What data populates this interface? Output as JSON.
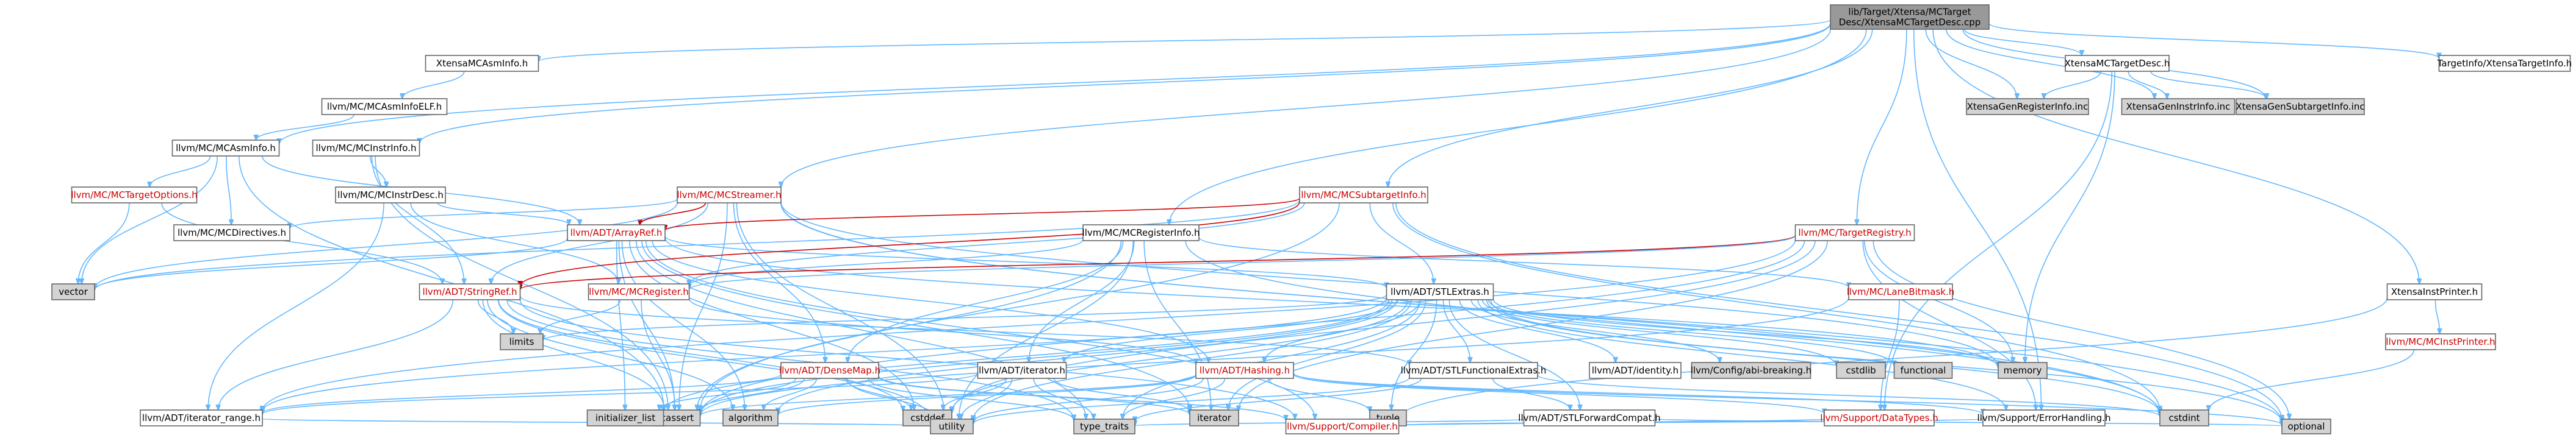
{
  "colors": {
    "edge": "#63b8ff",
    "edge_red": "#cc0000",
    "node_border": "#666666",
    "root_fill": "#999999",
    "external_fill": "#d3d3d3",
    "node_fill": "#ffffff",
    "red_text": "#cc0000"
  },
  "nodes": [
    {
      "id": "root",
      "label": [
        "lib/Target/Xtensa/MCTarget",
        "Desc/XtensaMCTargetDesc.cpp"
      ],
      "kind": "root"
    },
    {
      "id": "asminfo",
      "label": [
        "XtensaMCAsmInfo.h"
      ],
      "kind": "normal"
    },
    {
      "id": "asminfoelf",
      "label": [
        "llvm/MC/MCAsmInfoELF.h"
      ],
      "kind": "normal"
    },
    {
      "id": "mcasminfo",
      "label": [
        "llvm/MC/MCAsmInfo.h"
      ],
      "kind": "normal"
    },
    {
      "id": "targetoptions",
      "label": [
        "llvm/MC/MCTargetOptions.h"
      ],
      "kind": "red"
    },
    {
      "id": "mcdirectives",
      "label": [
        "llvm/MC/MCDirectives.h"
      ],
      "kind": "normal"
    },
    {
      "id": "mcinstrinfo",
      "label": [
        "llvm/MC/MCInstrInfo.h"
      ],
      "kind": "normal"
    },
    {
      "id": "mcinstrdesc",
      "label": [
        "llvm/MC/MCInstrDesc.h"
      ],
      "kind": "normal"
    },
    {
      "id": "mcstreamer",
      "label": [
        "llvm/MC/MCStreamer.h"
      ],
      "kind": "red"
    },
    {
      "id": "arrayref",
      "label": [
        "llvm/ADT/ArrayRef.h"
      ],
      "kind": "red"
    },
    {
      "id": "mcsubtarget",
      "label": [
        "llvm/MC/MCSubtargetInfo.h"
      ],
      "kind": "red"
    },
    {
      "id": "mcreginfo",
      "label": [
        "llvm/MC/MCRegisterInfo.h"
      ],
      "kind": "normal"
    },
    {
      "id": "targetregistry",
      "label": [
        "llvm/MC/TargetRegistry.h"
      ],
      "kind": "red"
    },
    {
      "id": "xtensatargetdesc",
      "label": [
        "XtensaMCTargetDesc.h"
      ],
      "kind": "normal"
    },
    {
      "id": "genreginfo",
      "label": [
        "XtensaGenRegisterInfo.inc"
      ],
      "kind": "external"
    },
    {
      "id": "geninstrinfo",
      "label": [
        "XtensaGenInstrInfo.inc"
      ],
      "kind": "external"
    },
    {
      "id": "gensubtarget",
      "label": [
        "XtensaGenSubtargetInfo.inc"
      ],
      "kind": "external"
    },
    {
      "id": "targetinfo",
      "label": [
        "TargetInfo/XtensaTargetInfo.h"
      ],
      "kind": "normal"
    },
    {
      "id": "instprinter",
      "label": [
        "XtensaInstPrinter.h"
      ],
      "kind": "normal"
    },
    {
      "id": "mcinstprinter",
      "label": [
        "llvm/MC/MCInstPrinter.h"
      ],
      "kind": "red"
    },
    {
      "id": "stringref",
      "label": [
        "llvm/ADT/StringRef.h"
      ],
      "kind": "red"
    },
    {
      "id": "mcregister",
      "label": [
        "llvm/MC/MCRegister.h"
      ],
      "kind": "red"
    },
    {
      "id": "stlextras",
      "label": [
        "llvm/ADT/STLExtras.h"
      ],
      "kind": "normal"
    },
    {
      "id": "lanebitmask",
      "label": [
        "llvm/MC/LaneBitmask.h"
      ],
      "kind": "red"
    },
    {
      "id": "densemap",
      "label": [
        "llvm/ADT/DenseMap.h"
      ],
      "kind": "red"
    },
    {
      "id": "adtiterator",
      "label": [
        "llvm/ADT/iterator.h"
      ],
      "kind": "normal"
    },
    {
      "id": "hashing",
      "label": [
        "llvm/ADT/Hashing.h"
      ],
      "kind": "red"
    },
    {
      "id": "stlfunctional",
      "label": [
        "llvm/ADT/STLFunctionalExtras.h"
      ],
      "kind": "normal"
    },
    {
      "id": "identity",
      "label": [
        "llvm/ADT/identity.h"
      ],
      "kind": "normal"
    },
    {
      "id": "abibreaking",
      "label": [
        "llvm/Config/abi-breaking.h"
      ],
      "kind": "external"
    },
    {
      "id": "cstdlib",
      "label": [
        "cstdlib"
      ],
      "kind": "external"
    },
    {
      "id": "functional",
      "label": [
        "functional"
      ],
      "kind": "external"
    },
    {
      "id": "memory",
      "label": [
        "memory"
      ],
      "kind": "external"
    },
    {
      "id": "cstdint",
      "label": [
        "cstdint"
      ],
      "kind": "external"
    },
    {
      "id": "vector",
      "label": [
        "vector"
      ],
      "kind": "external"
    },
    {
      "id": "limits",
      "label": [
        "limits"
      ],
      "kind": "external"
    },
    {
      "id": "cassert",
      "label": [
        "cassert"
      ],
      "kind": "external"
    },
    {
      "id": "itrange",
      "label": [
        "llvm/ADT/iterator_range.h"
      ],
      "kind": "normal"
    },
    {
      "id": "initlist",
      "label": [
        "initializer_list"
      ],
      "kind": "external"
    },
    {
      "id": "algorithm",
      "label": [
        "algorithm"
      ],
      "kind": "external"
    },
    {
      "id": "cstddef",
      "label": [
        "cstddef"
      ],
      "kind": "external"
    },
    {
      "id": "iterator",
      "label": [
        "iterator"
      ],
      "kind": "external"
    },
    {
      "id": "utility",
      "label": [
        "utility"
      ],
      "kind": "external"
    },
    {
      "id": "typetraits",
      "label": [
        "type_traits"
      ],
      "kind": "external"
    },
    {
      "id": "tuple",
      "label": [
        "tuple"
      ],
      "kind": "external"
    },
    {
      "id": "stlforward",
      "label": [
        "llvm/ADT/STLForwardCompat.h"
      ],
      "kind": "normal"
    },
    {
      "id": "datatypes",
      "label": [
        "llvm/Support/DataTypes.h"
      ],
      "kind": "red"
    },
    {
      "id": "errorhandling",
      "label": [
        "llvm/Support/ErrorHandling.h"
      ],
      "kind": "normal"
    },
    {
      "id": "compiler",
      "label": [
        "llvm/Support/Compiler.h"
      ],
      "kind": "red"
    },
    {
      "id": "optional",
      "label": [
        "optional"
      ],
      "kind": "external"
    }
  ],
  "edges": [
    [
      "root",
      "asminfo"
    ],
    [
      "root",
      "mcasminfo"
    ],
    [
      "root",
      "mcinstrinfo"
    ],
    [
      "root",
      "mcstreamer"
    ],
    [
      "root",
      "mcsubtarget"
    ],
    [
      "root",
      "mcreginfo"
    ],
    [
      "root",
      "targetregistry"
    ],
    [
      "root",
      "xtensatargetdesc"
    ],
    [
      "root",
      "genreginfo"
    ],
    [
      "root",
      "geninstrinfo"
    ],
    [
      "root",
      "gensubtarget"
    ],
    [
      "root",
      "targetinfo"
    ],
    [
      "root",
      "instprinter"
    ],
    [
      "root",
      "errorhandling"
    ],
    [
      "asminfo",
      "asminfoelf"
    ],
    [
      "asminfoelf",
      "mcasminfo"
    ],
    [
      "mcasminfo",
      "targetoptions"
    ],
    [
      "mcasminfo",
      "mcdirectives"
    ],
    [
      "mcasminfo",
      "vector"
    ],
    [
      "mcasminfo",
      "cassert"
    ],
    [
      "mcasminfo",
      "arrayref"
    ],
    [
      "targetoptions",
      "vector"
    ],
    [
      "targetoptions",
      "stringref"
    ],
    [
      "mcinstrinfo",
      "mcinstrdesc"
    ],
    [
      "mcinstrinfo",
      "stringref"
    ],
    [
      "mcinstrinfo",
      "cassert"
    ],
    [
      "mcinstrdesc",
      "arrayref"
    ],
    [
      "mcinstrdesc",
      "mcregister"
    ],
    [
      "mcinstrdesc",
      "itrange"
    ],
    [
      "mcstreamer",
      "arrayref"
    ],
    [
      "mcstreamer",
      "densemap"
    ],
    [
      "mcstreamer",
      "stringref"
    ],
    [
      "mcstreamer",
      "mcdirectives"
    ],
    [
      "mcstreamer",
      "cassert"
    ],
    [
      "mcstreamer",
      "vector"
    ],
    [
      "mcstreamer",
      "cstdint"
    ],
    [
      "mcstreamer",
      "memory"
    ],
    [
      "mcstreamer",
      "utility"
    ],
    [
      "mcstreamer",
      "optional"
    ],
    [
      "arrayref",
      "hashing"
    ],
    [
      "arrayref",
      "stlextras"
    ],
    [
      "arrayref",
      "compiler"
    ],
    [
      "arrayref",
      "algorithm"
    ],
    [
      "arrayref",
      "cassert"
    ],
    [
      "arrayref",
      "cstddef"
    ],
    [
      "arrayref",
      "initlist"
    ],
    [
      "arrayref",
      "iterator"
    ],
    [
      "arrayref",
      "memory"
    ],
    [
      "arrayref",
      "type_traits"
    ],
    [
      "arrayref",
      "vector"
    ],
    [
      "mcsubtarget",
      "arrayref"
    ],
    [
      "mcsubtarget",
      "stlextras"
    ],
    [
      "mcsubtarget",
      "stringref"
    ],
    [
      "mcsubtarget",
      "mcregister"
    ],
    [
      "mcsubtarget",
      "cassert"
    ],
    [
      "mcsubtarget",
      "cstdint"
    ],
    [
      "mcsubtarget",
      "optional"
    ],
    [
      "mcsubtarget",
      "vector"
    ],
    [
      "mcreginfo",
      "densemap"
    ],
    [
      "mcreginfo",
      "adtiterator"
    ],
    [
      "mcreginfo",
      "mcregister"
    ],
    [
      "mcreginfo",
      "lanebitmask"
    ],
    [
      "mcreginfo",
      "cassert"
    ],
    [
      "mcreginfo",
      "cstdint"
    ],
    [
      "mcreginfo",
      "iterator"
    ],
    [
      "mcreginfo",
      "utility"
    ],
    [
      "targetregistry",
      "stringref"
    ],
    [
      "targetregistry",
      "itrange"
    ],
    [
      "targetregistry",
      "mcregister"
    ],
    [
      "targetregistry",
      "errorhandling"
    ],
    [
      "targetregistry",
      "cassert"
    ],
    [
      "targetregistry",
      "cstddef"
    ],
    [
      "targetregistry",
      "iterator"
    ],
    [
      "targetregistry",
      "memory"
    ],
    [
      "targetregistry",
      "optional"
    ],
    [
      "targetregistry",
      "string"
    ],
    [
      "xtensatargetdesc",
      "memory"
    ],
    [
      "xtensatargetdesc",
      "genreginfo"
    ],
    [
      "xtensatargetdesc",
      "geninstrinfo"
    ],
    [
      "xtensatargetdesc",
      "gensubtarget"
    ],
    [
      "xtensatargetdesc",
      "datatypes"
    ],
    [
      "instprinter",
      "mcinstprinter"
    ],
    [
      "instprinter",
      "compiler"
    ],
    [
      "mcinstprinter",
      "cstdint"
    ],
    [
      "stringref",
      "stlfunctional"
    ],
    [
      "stringref",
      "itrange"
    ],
    [
      "stringref",
      "compiler"
    ],
    [
      "stringref",
      "algorithm"
    ],
    [
      "stringref",
      "cassert"
    ],
    [
      "stringref",
      "cstddef"
    ],
    [
      "stringref",
      "cstring"
    ],
    [
      "stringref",
      "limits"
    ],
    [
      "stringref",
      "type_traits"
    ],
    [
      "stringref",
      "utility"
    ],
    [
      "mcregister",
      "hashing"
    ],
    [
      "mcregister",
      "cassert"
    ],
    [
      "mcregister",
      "limits"
    ],
    [
      "stlextras",
      "hashing"
    ],
    [
      "stlextras",
      "stlforward"
    ],
    [
      "stlextras",
      "stlfunctional"
    ],
    [
      "stlextras",
      "adtiterator"
    ],
    [
      "stlextras",
      "itrange"
    ],
    [
      "stlextras",
      "identity"
    ],
    [
      "stlextras",
      "abibreaking"
    ],
    [
      "stlextras",
      "errorhandling"
    ],
    [
      "stlextras",
      "algorithm"
    ],
    [
      "stlextras",
      "cassert"
    ],
    [
      "stlextras",
      "cstddef"
    ],
    [
      "stlextras",
      "cstdint"
    ],
    [
      "stlextras",
      "cstdlib"
    ],
    [
      "stlextras",
      "functional"
    ],
    [
      "stlextras",
      "initlist"
    ],
    [
      "stlextras",
      "iterator"
    ],
    [
      "stlextras",
      "limits"
    ],
    [
      "stlextras",
      "memory"
    ],
    [
      "stlextras",
      "optional"
    ],
    [
      "stlextras",
      "tuple"
    ],
    [
      "stlextras",
      "type_traits"
    ],
    [
      "stlextras",
      "utility"
    ],
    [
      "lanebitmask",
      "cassert"
    ],
    [
      "lanebitmask",
      "datatypes"
    ],
    [
      "densemap",
      "itrange"
    ],
    [
      "densemap",
      "algorithm"
    ],
    [
      "densemap",
      "cassert"
    ],
    [
      "densemap",
      "cstddef"
    ],
    [
      "densemap",
      "initlist"
    ],
    [
      "densemap",
      "iterator"
    ],
    [
      "densemap",
      "type_traits"
    ],
    [
      "densemap",
      "utility"
    ],
    [
      "densemap",
      "compiler"
    ],
    [
      "adtiterator",
      "itrange"
    ],
    [
      "adtiterator",
      "cstddef"
    ],
    [
      "adtiterator",
      "iterator"
    ],
    [
      "adtiterator",
      "type_traits"
    ],
    [
      "adtiterator",
      "utility"
    ],
    [
      "hashing",
      "errorhandling"
    ],
    [
      "hashing",
      "datatypes"
    ],
    [
      "hashing",
      "algorithm"
    ],
    [
      "hashing",
      "cassert"
    ],
    [
      "hashing",
      "cstring"
    ],
    [
      "hashing",
      "optional"
    ],
    [
      "hashing",
      "tuple"
    ],
    [
      "hashing",
      "utility"
    ],
    [
      "hashing",
      "type_traits"
    ],
    [
      "stlfunctional",
      "stlforward"
    ],
    [
      "stlfunctional",
      "cstdint"
    ],
    [
      "stlfunctional",
      "type_traits"
    ],
    [
      "stlfunctional",
      "utility"
    ],
    [
      "stlforward",
      "optional"
    ],
    [
      "stlforward",
      "type_traits"
    ],
    [
      "datatypes",
      "compiler"
    ],
    [
      "errorhandling",
      "compiler"
    ],
    [
      "itrange",
      "utility"
    ]
  ]
}
